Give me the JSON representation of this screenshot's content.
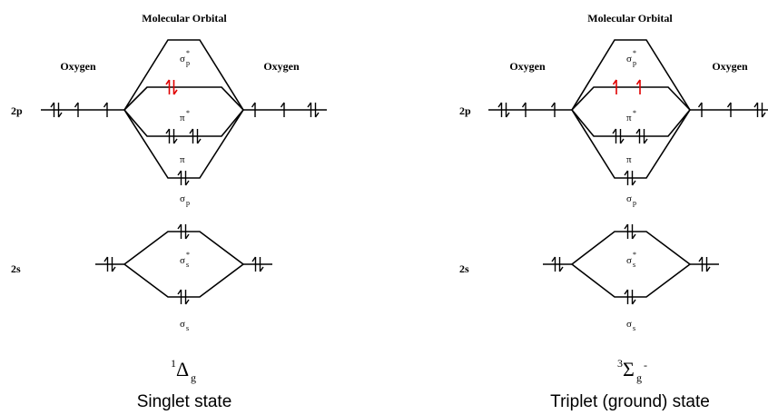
{
  "diagrams": [
    {
      "id": "singlet",
      "header": "Molecular Orbital",
      "left_atom": "Oxygen",
      "right_atom": "Oxygen",
      "row_2p": "2p",
      "row_2s": "2s",
      "mo_labels": {
        "sigma_p_star": "σ",
        "sigma_p_star_sub": "p",
        "sigma_p_star_sup": "*",
        "pi_star": "π",
        "pi_star_sup": "*",
        "pi": "π",
        "sigma_p": "σ",
        "sigma_p_sub": "p",
        "sigma_s_star": "σ",
        "sigma_s_star_sub": "s",
        "sigma_s_star_sup": "*",
        "sigma_s": "σ",
        "sigma_s_sub": "s"
      },
      "term_symbol": {
        "sup": "1",
        "main": "Δ",
        "sub": "g",
        "after": ""
      },
      "state_label": "Singlet state",
      "pi_star_electrons": "paired in one orbital (red)"
    },
    {
      "id": "triplet",
      "header": "Molecular Orbital",
      "left_atom": "Oxygen",
      "right_atom": "Oxygen",
      "row_2p": "2p",
      "row_2s": "2s",
      "mo_labels": {
        "sigma_p_star": "σ",
        "sigma_p_star_sub": "p",
        "sigma_p_star_sup": "*",
        "pi_star": "π",
        "pi_star_sup": "*",
        "pi": "π",
        "sigma_p": "σ",
        "sigma_p_sub": "p",
        "sigma_s_star": "σ",
        "sigma_s_star_sub": "s",
        "sigma_s_star_sup": "*",
        "sigma_s": "σ",
        "sigma_s_sub": "s"
      },
      "term_symbol": {
        "sup": "3",
        "main": "Σ",
        "sub": "g",
        "after": "-"
      },
      "state_label": "Triplet (ground) state",
      "pi_star_electrons": "unpaired in two orbitals (red)"
    }
  ],
  "colors": {
    "highlight": "#e00000",
    "line": "#000000"
  }
}
